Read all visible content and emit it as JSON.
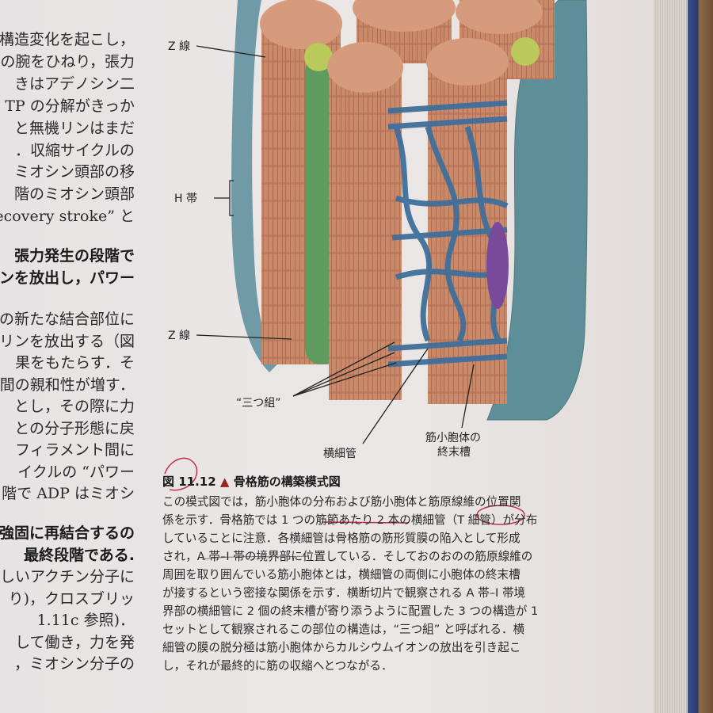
{
  "left_column": {
    "lines": [
      {
        "text": "構造変化を起こし，",
        "bold": false
      },
      {
        "text": "の腕をひねり，張力",
        "bold": false
      },
      {
        "text": "きはアデノシン二",
        "bold": false
      },
      {
        "text": "TP の分解がきっか",
        "bold": false
      },
      {
        "text": "と無機リンはまだ",
        "bold": false
      },
      {
        "text": "．収縮サイクルの",
        "bold": false
      },
      {
        "text": "ミオシン頭部の移",
        "bold": false
      },
      {
        "text": "階のミオシン頭部",
        "bold": false
      },
      {
        "text": "recovery stroke” と",
        "bold": false
      },
      {
        "text": "張力発生の段階で",
        "bold": true
      },
      {
        "text": "ンを放出し，パワー",
        "bold": true
      },
      {
        "text": "の新たな結合部位に",
        "bold": false
      },
      {
        "text": "リンを放出する（図",
        "bold": false
      },
      {
        "text": "果をもたらす．そ",
        "bold": false
      },
      {
        "text": "間の親和性が増す．",
        "bold": false
      },
      {
        "text": "とし，その際に力",
        "bold": false
      },
      {
        "text": "との分子形態に戻",
        "bold": false
      },
      {
        "text": "フィラメント間に",
        "bold": false
      },
      {
        "text": "イクルの “パワー",
        "bold": false
      },
      {
        "text": "階で ADP はミオシ",
        "bold": false
      },
      {
        "text": "強固に再結合するの",
        "bold": true
      },
      {
        "text": "最終段階である.",
        "bold": true
      },
      {
        "text": "しいアクチン分子に",
        "bold": false
      },
      {
        "text": "り)，クロスブリッ",
        "bold": false
      },
      {
        "text": "1.11c 参照)．",
        "bold": false
      },
      {
        "text": "して働き，力を発",
        "bold": false
      },
      {
        "text": "，ミオシン分子の",
        "bold": false
      }
    ]
  },
  "figure": {
    "labels": {
      "z_line_top": "Z 線",
      "h_band": "H 帯",
      "z_line_bottom": "Z 線",
      "triad": "“三つ組”",
      "t_tubule": "横細管",
      "terminal_cisternae_1": "筋小胞体の",
      "terminal_cisternae_2": "終末槽"
    },
    "colors": {
      "myofibril": "#c98a6a",
      "sarcoplasmic_reticulum": "#3f6f9a",
      "mitochondria": "#5f9a5f",
      "sarcolemma": "#6f9aa6",
      "nucleus": "#7a4a9a",
      "annotation": "#c0304a"
    }
  },
  "caption": {
    "number": "図 11.12",
    "marker": "▲",
    "title": "骨格筋の構築模式図",
    "lines": [
      "この模式図では，筋小胞体の分布および筋小胞体と筋原線維の位置関",
      "係を示す．骨格筋では 1 つの筋節あたり 2 本の横細管（T 細管）が分布",
      "していることに注意．各横細管は骨格筋の筋形質膜の陥入として形成",
      "され，A 帯–I 帯の境界部に位置している．そしておのおのの筋原線維の",
      "周囲を取り囲んでいる筋小胞体とは，横細管の両側に小胞体の終末槽",
      "が接するという密接な関係を示す．横断切片で観察される A 帯–I 帯境",
      "界部の横細管に 2 個の終末槽が寄り添うように配置した 3 つの構造が 1",
      "セットとして観察されるこの部位の構造は，“三つ組” と呼ばれる．横",
      "細管の膜の脱分極は筋小胞体からカルシウムイオンの放出を引き起こ",
      "し，それが最終的に筋の収縮へとつながる．"
    ]
  }
}
